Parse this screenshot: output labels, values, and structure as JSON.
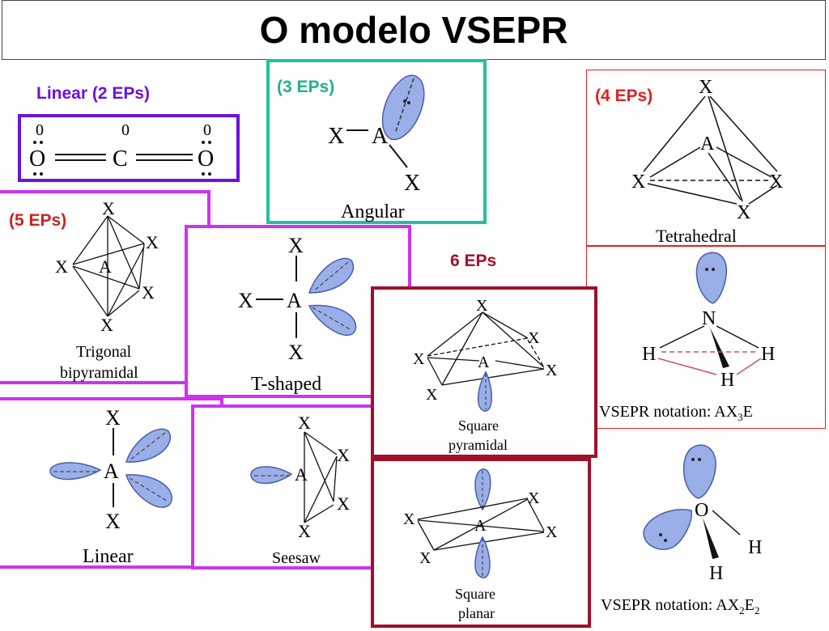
{
  "title": "O modelo VSEPR",
  "labels": {
    "linear2": "Linear (2 EPs)",
    "eps3": "(3 EPs)",
    "eps4": "(4 EPs)",
    "eps5": "(5 EPs)",
    "eps6": "6 EPs"
  },
  "co2": {
    "charges": [
      "0",
      "0",
      "0"
    ],
    "atoms": [
      "O",
      "C",
      "O"
    ]
  },
  "atoms": {
    "X": "X",
    "A": "A",
    "N": "N",
    "O": "O",
    "H": "H"
  },
  "shapes": {
    "angular": "Angular",
    "tetrahedral": "Tetrahedral",
    "trigonal_1": "Trigonal",
    "trigonal_2": "bipyramidal",
    "tshaped": "T-shaped",
    "linear": "Linear",
    "seesaw": "Seesaw",
    "sqpyr_1": "Square",
    "sqpyr_2": "pyramidal",
    "sqplanar_1": "Square",
    "sqplanar_2": "planar"
  },
  "notations": {
    "nh3_prefix": "VSEPR notation: AX",
    "nh3_sub": "3",
    "nh3_suffix": "E",
    "h2o_prefix": "VSEPR notation: AX",
    "h2o_sub1": "2",
    "h2o_mid": "E",
    "h2o_sub2": "2"
  },
  "colors": {
    "purple": "#6a12e0",
    "teal": "#22c0a0",
    "red": "#e02020",
    "magenta": "#cc33ee",
    "maroon": "#a0102a",
    "lobe_fill": "#9aaee8",
    "lobe_stroke": "#4a5ea8"
  }
}
